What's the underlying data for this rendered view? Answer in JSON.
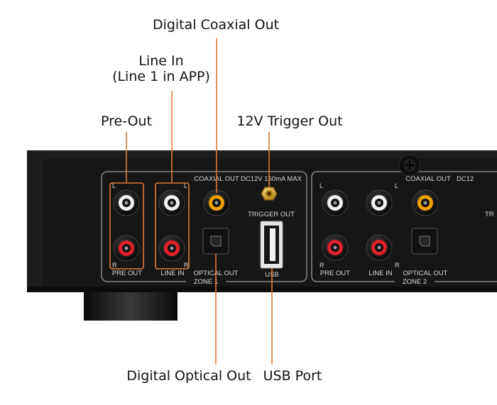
{
  "callouts": {
    "digital_coaxial_out": "Digital Coaxial Out",
    "line_in_line1": "Line In",
    "line_in_line2": "(Line 1 in APP)",
    "pre_out": "Pre-Out",
    "trigger_out_12v": "12V Trigger Out",
    "digital_optical_out": "Digital Optical Out",
    "usb_port": "USB Port"
  },
  "panel": {
    "zone1": {
      "coaxial_out": "COAXIAL OUT",
      "dc_rating": "DC12V 150mA MAX",
      "trigger_out": "TRIGGER OUT",
      "pre_out": "PRE OUT",
      "line_in": "LINE IN",
      "optical_out": "OPTICAL OUT",
      "usb": "USB",
      "zone": "ZONE 1",
      "left": "L",
      "right": "R"
    },
    "zone2": {
      "coaxial_out": "COAXIAL OUT",
      "dc_partial": "DC12",
      "trigger_partial": "TR",
      "pre_out": "PRE OUT",
      "line_in": "LINE IN",
      "optical_out": "OPTICAL OUT",
      "zone": "ZONE 2",
      "left": "L",
      "right": "R"
    }
  },
  "colors": {
    "callout_line": "#e07a3c",
    "chassis": "#1c1c1c",
    "rca_white": "#f2f2f2",
    "rca_red": "#e0202a",
    "rca_coax": "#f0a000",
    "trigger_gold": "#d4a017"
  }
}
